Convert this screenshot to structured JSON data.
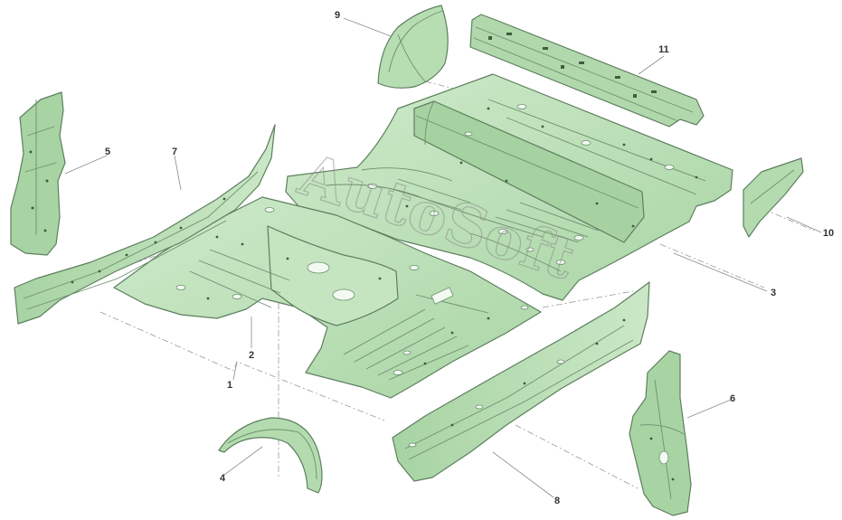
{
  "diagram": {
    "watermark": "AutoSoft",
    "colors": {
      "part_fill": "#b5dcb1",
      "part_fill_light": "#cde9c9",
      "part_fill_dark": "#9ccb98",
      "outline": "#5d7f5d",
      "label": "#333333",
      "leader": "#8c8c8c"
    },
    "callouts": [
      {
        "id": "1",
        "text": "1"
      },
      {
        "id": "2",
        "text": "2"
      },
      {
        "id": "3",
        "text": "3"
      },
      {
        "id": "4",
        "text": "4"
      },
      {
        "id": "5",
        "text": "5"
      },
      {
        "id": "6",
        "text": "6"
      },
      {
        "id": "7",
        "text": "7"
      },
      {
        "id": "8",
        "text": "8"
      },
      {
        "id": "9",
        "text": "9"
      },
      {
        "id": "10",
        "text": "10"
      },
      {
        "id": "11",
        "text": "11"
      }
    ]
  }
}
